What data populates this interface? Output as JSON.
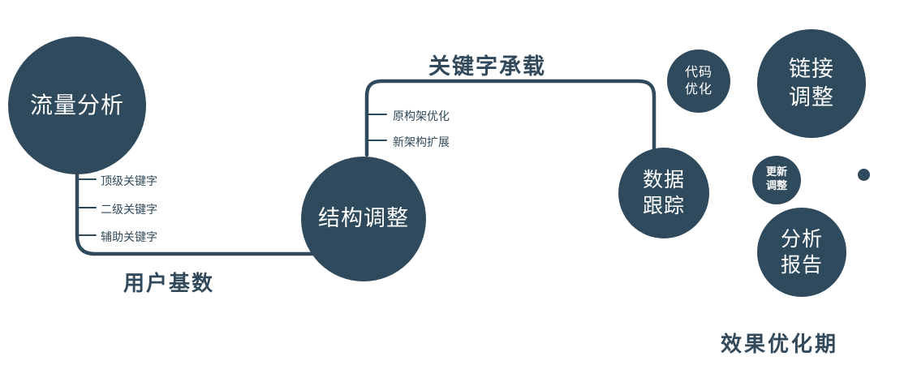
{
  "colors": {
    "primary": "#2e4a5c",
    "ink": "#31495a",
    "background": "#ffffff"
  },
  "nodes": {
    "traffic": {
      "label": "流量分析"
    },
    "structure": {
      "label": "结构调整"
    },
    "tracking": {
      "label": "数据\n跟踪"
    },
    "code": {
      "label": "代码\n优化"
    },
    "link": {
      "label": "链接\n调整"
    },
    "update": {
      "label": "更新\n调整"
    },
    "report": {
      "label": "分析\n报告"
    }
  },
  "edges": {
    "user_base": {
      "label": "用户基数"
    },
    "keyword_carry": {
      "label": "关键字承载"
    }
  },
  "branches": {
    "traffic": [
      "顶级关键字",
      "二级关键字",
      "辅助关键字"
    ],
    "structure": [
      "原构架优化",
      "新架构扩展"
    ]
  },
  "footer": {
    "label": "效果优化期"
  }
}
